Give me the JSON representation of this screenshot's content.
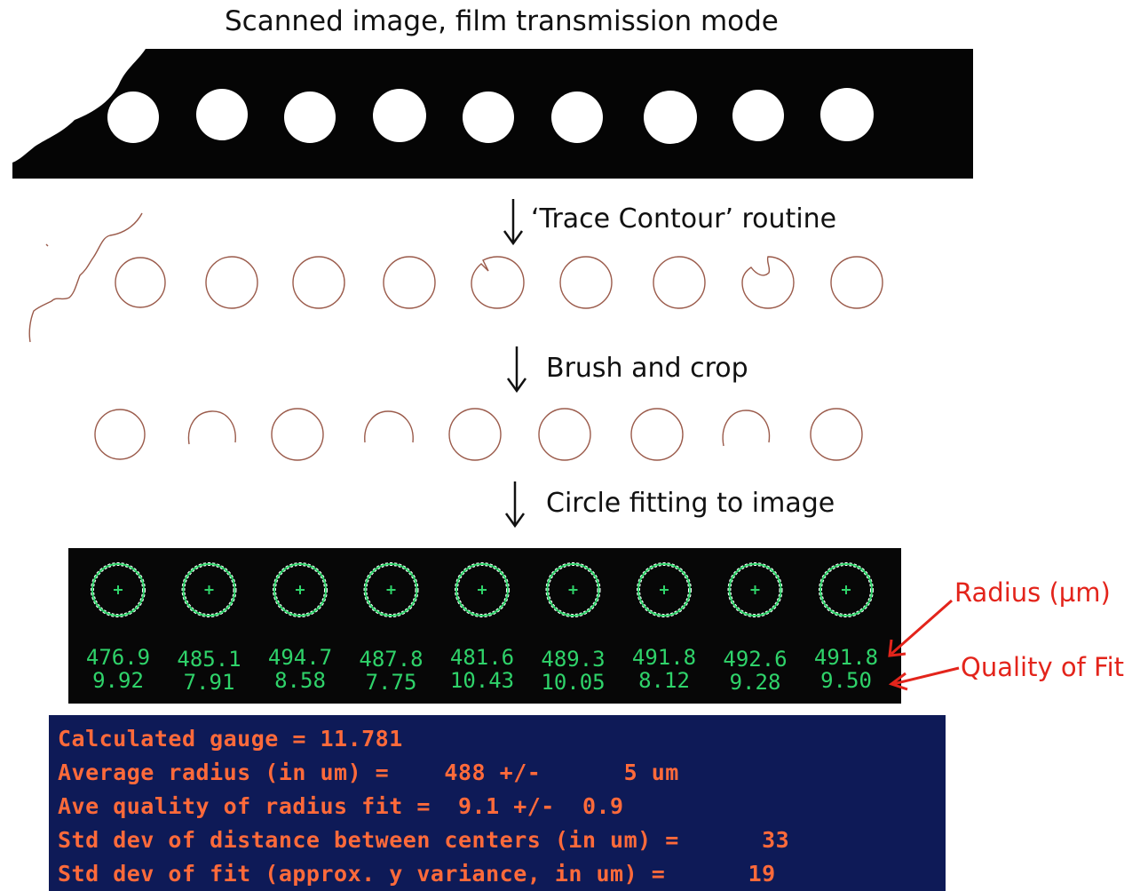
{
  "header": {
    "title": "Scanned image, film transmission mode"
  },
  "steps": [
    {
      "label": "‘Trace Contour’ routine"
    },
    {
      "label": "Brush and crop"
    },
    {
      "label": "Circle fitting to image"
    }
  ],
  "fit_results": [
    {
      "radius": "476.9",
      "quality": "9.92"
    },
    {
      "radius": "485.1",
      "quality": "7.91"
    },
    {
      "radius": "494.7",
      "quality": "8.58"
    },
    {
      "radius": "487.8",
      "quality": "7.75"
    },
    {
      "radius": "481.6",
      "quality": "10.43"
    },
    {
      "radius": "489.3",
      "quality": "10.05"
    },
    {
      "radius": "491.8",
      "quality": "8.12"
    },
    {
      "radius": "492.6",
      "quality": "9.28"
    },
    {
      "radius": "491.8",
      "quality": "9.50"
    }
  ],
  "annotations": {
    "radius_label": "Radius (µm)",
    "quality_label": "Quality of Fit"
  },
  "summary": {
    "line1": "Calculated gauge = 11.781",
    "line2": "Average radius (in um) =    488 +/-      5 um",
    "line3": "Ave quality of radius fit =  9.1 +/-  0.9",
    "line4": "Std dev of distance between centers (in um) =      33",
    "line5": "Std dev of fit (approx. y variance, in um) =      19"
  },
  "colors": {
    "fit_text": "#2fd36a",
    "summary_text": "#ff6a3a",
    "summary_bg": "#0e1a57",
    "annotation": "#e3241b",
    "contour": "#9a5a4a"
  }
}
